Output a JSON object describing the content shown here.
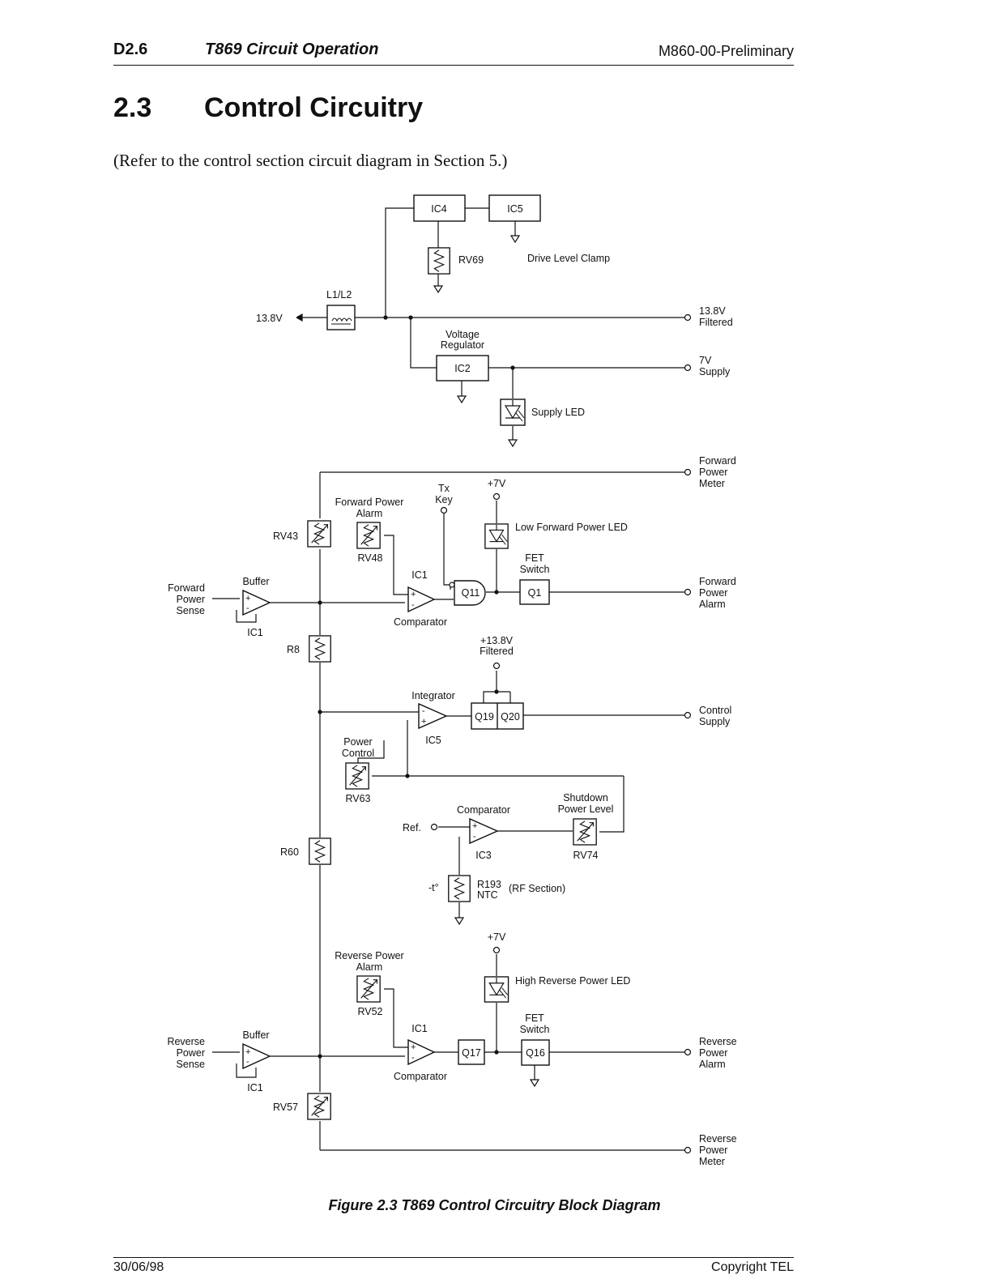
{
  "header": {
    "code": "D2.6",
    "title": "T869 Circuit Operation",
    "doc_ref": "M860-00-Preliminary"
  },
  "section": {
    "number": "2.3",
    "title": "Control Circuitry",
    "intro": "(Refer to the control section circuit diagram in Section 5.)"
  },
  "diagram": {
    "ic4": "IC4",
    "ic5_top": "IC5",
    "rv69": "RV69",
    "drive_level_clamp": "Drive Level Clamp",
    "l1l2": "L1/L2",
    "v13_8": "13.8V",
    "out_13_8_l1": "13.8V",
    "out_13_8_l2": "Filtered",
    "voltage_regulator_l1": "Voltage",
    "voltage_regulator_l2": "Regulator",
    "ic2": "IC2",
    "out_7v_l1": "7V",
    "out_7v_l2": "Supply",
    "supply_led": "Supply LED",
    "fwd_meter_l1": "Forward",
    "fwd_meter_l2": "Power",
    "fwd_meter_l3": "Meter",
    "tx_key_l1": "Tx",
    "tx_key_l2": "Key",
    "plus7v_a": "+7V",
    "fwd_alarm_adj_l1": "Forward Power",
    "fwd_alarm_adj_l2": "Alarm",
    "rv43": "RV43",
    "rv48": "RV48",
    "low_fwd_led": "Low Forward Power LED",
    "fet_switch_a_l1": "FET",
    "fet_switch_a_l2": "Switch",
    "ic1_comp_a": "IC1",
    "q11": "Q11",
    "q1": "Q1",
    "buffer_a": "Buffer",
    "fwd_sense_l1": "Forward",
    "fwd_sense_l2": "Power",
    "fwd_sense_l3": "Sense",
    "ic1_buf_a": "IC1",
    "comparator_a": "Comparator",
    "fwd_alarm_out_l1": "Forward",
    "fwd_alarm_out_l2": "Power",
    "fwd_alarm_out_l3": "Alarm",
    "r8": "R8",
    "filtered_13_8_l1": "+13.8V",
    "filtered_13_8_l2": "Filtered",
    "integrator": "Integrator",
    "q19": "Q19",
    "q20": "Q20",
    "control_supply_l1": "Control",
    "control_supply_l2": "Supply",
    "ic5": "IC5",
    "power_control_l1": "Power",
    "power_control_l2": "Control",
    "rv63": "RV63",
    "shutdown_l1": "Shutdown",
    "shutdown_l2": "Power Level",
    "comparator_b": "Comparator",
    "ref": "Ref.",
    "ic3": "IC3",
    "rv74": "RV74",
    "r60": "R60",
    "minus_t": "-t°",
    "r193_l1": "R193",
    "r193_l2": "NTC",
    "rf_section": "(RF Section)",
    "plus7v_b": "+7V",
    "rev_alarm_adj_l1": "Reverse Power",
    "rev_alarm_adj_l2": "Alarm",
    "high_rev_led": "High Reverse Power LED",
    "rv52": "RV52",
    "fet_switch_b_l1": "FET",
    "fet_switch_b_l2": "Switch",
    "ic1_comp_b": "IC1",
    "q17": "Q17",
    "q16": "Q16",
    "buffer_b": "Buffer",
    "rev_sense_l1": "Reverse",
    "rev_sense_l2": "Power",
    "rev_sense_l3": "Sense",
    "ic1_buf_b": "IC1",
    "comparator_c": "Comparator",
    "rev_alarm_out_l1": "Reverse",
    "rev_alarm_out_l2": "Power",
    "rev_alarm_out_l3": "Alarm",
    "rv57": "RV57",
    "rev_meter_l1": "Reverse",
    "rev_meter_l2": "Power",
    "rev_meter_l3": "Meter"
  },
  "caption": "Figure 2.3   T869 Control Circuitry Block Diagram",
  "footer": {
    "date": "30/06/98",
    "copyright": "Copyright TEL"
  }
}
